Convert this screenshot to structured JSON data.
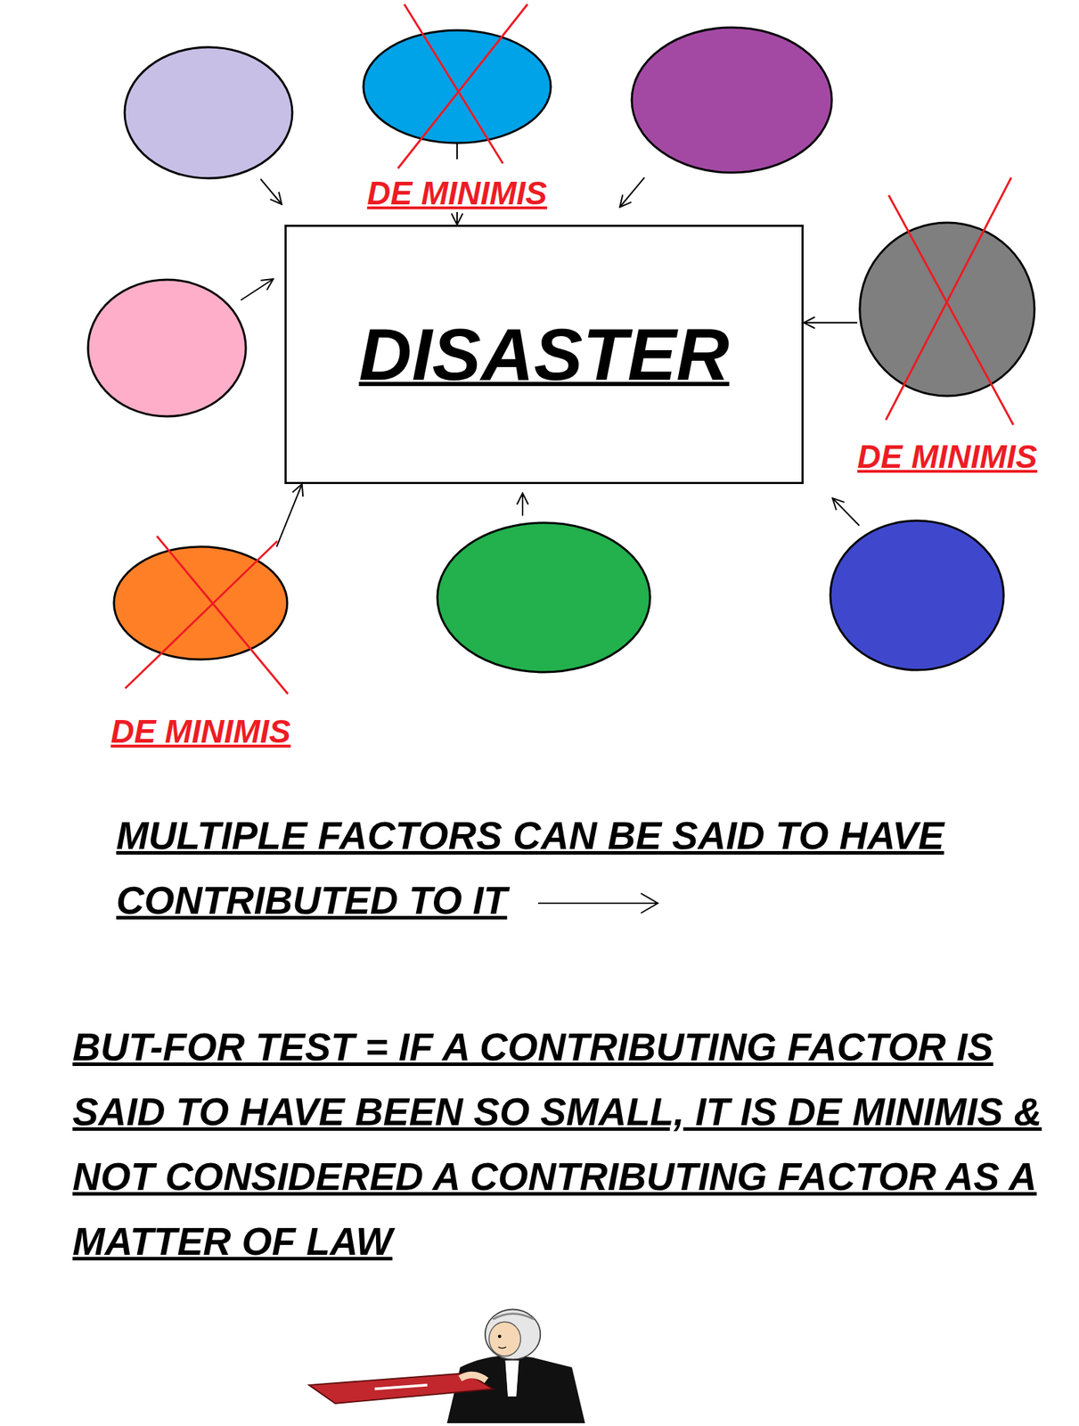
{
  "diagram": {
    "nodes": [
      {
        "text": [
          "DE MINIMIS"
        ]
      },
      {
        "text": [
          "DISASTER"
        ]
      },
      {
        "text": [
          "DE MINIMIS"
        ]
      },
      {
        "text": [
          "DE MINIMIS"
        ]
      }
    ],
    "edges": [
      {
        "from": 0,
        "to": 1,
        "arrow": "to"
      },
      {
        "from": 2,
        "to": 1,
        "arrow": "to"
      },
      {
        "from": 3,
        "to": 1,
        "arrow": "to"
      }
    ],
    "labels": [
      "MULTIPLE FACTORS CAN BE SAID TO HAVE CONTRIBUTED TO IT",
      "BUT-FOR TEST = IF A CONTRIBUTING FACTOR IS SAID TO HAVE BEEN SO SMALL, IT IS DE MINIMIS & NOT CONSIDERED A CONTRIBUTING FACTOR AS A MATTER OF LAW"
    ]
  }
}
